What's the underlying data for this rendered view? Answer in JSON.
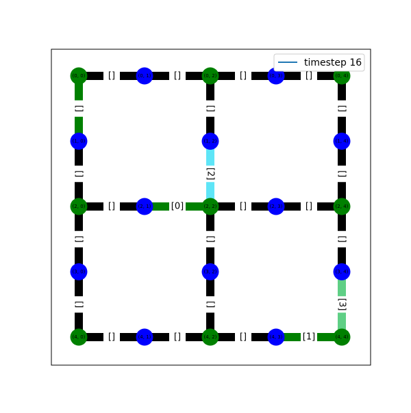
{
  "legend": {
    "label": "timestep 16",
    "color": "#1f77b4"
  },
  "colors": {
    "green_node": "#008000",
    "blue_node": "#0000ff",
    "black_edge": "#000000",
    "green_edge": "#008000",
    "cyan_edge": "#5ee5f7",
    "lightgreen_edge": "#5fcf85"
  },
  "nodes": [
    {
      "id": "0,0",
      "row": 0,
      "col": 0,
      "label": "(0, 0)",
      "color": "green_node"
    },
    {
      "id": "0,1",
      "row": 0,
      "col": 1,
      "label": "(0, 1)",
      "color": "blue_node"
    },
    {
      "id": "0,2",
      "row": 0,
      "col": 2,
      "label": "(0, 2)",
      "color": "green_node"
    },
    {
      "id": "0,3",
      "row": 0,
      "col": 3,
      "label": "(0, 3)",
      "color": "blue_node"
    },
    {
      "id": "0,4",
      "row": 0,
      "col": 4,
      "label": "(0, 4)",
      "color": "green_node"
    },
    {
      "id": "1,0",
      "row": 1,
      "col": 0,
      "label": "(1, 0)",
      "color": "blue_node"
    },
    {
      "id": "1,2",
      "row": 1,
      "col": 2,
      "label": "(1, 2)",
      "color": "blue_node"
    },
    {
      "id": "1,4",
      "row": 1,
      "col": 4,
      "label": "(1, 4)",
      "color": "blue_node"
    },
    {
      "id": "2,0",
      "row": 2,
      "col": 0,
      "label": "(2, 0)",
      "color": "green_node"
    },
    {
      "id": "2,1",
      "row": 2,
      "col": 1,
      "label": "(2, 1)",
      "color": "blue_node"
    },
    {
      "id": "2,2",
      "row": 2,
      "col": 2,
      "label": "(2, 2)",
      "color": "green_node"
    },
    {
      "id": "2,3",
      "row": 2,
      "col": 3,
      "label": "(2, 3)",
      "color": "blue_node"
    },
    {
      "id": "2,4",
      "row": 2,
      "col": 4,
      "label": "(2, 4)",
      "color": "green_node"
    },
    {
      "id": "3,0",
      "row": 3,
      "col": 0,
      "label": "(3, 0)",
      "color": "blue_node"
    },
    {
      "id": "3,2",
      "row": 3,
      "col": 2,
      "label": "(3, 2)",
      "color": "blue_node"
    },
    {
      "id": "3,4",
      "row": 3,
      "col": 4,
      "label": "(3, 4)",
      "color": "blue_node"
    },
    {
      "id": "4,0",
      "row": 4,
      "col": 0,
      "label": "(4, 0)",
      "color": "green_node"
    },
    {
      "id": "4,1",
      "row": 4,
      "col": 1,
      "label": "(4, 1)",
      "color": "blue_node"
    },
    {
      "id": "4,2",
      "row": 4,
      "col": 2,
      "label": "(4, 2)",
      "color": "green_node"
    },
    {
      "id": "4,3",
      "row": 4,
      "col": 3,
      "label": "(4, 3)",
      "color": "blue_node"
    },
    {
      "id": "4,4",
      "row": 4,
      "col": 4,
      "label": "(4, 4)",
      "color": "green_node"
    }
  ],
  "edges": [
    {
      "from": "0,0",
      "to": "0,1",
      "label": "[]",
      "from_color": "black_edge",
      "to_color": "black_edge"
    },
    {
      "from": "0,1",
      "to": "0,2",
      "label": "[]",
      "from_color": "black_edge",
      "to_color": "black_edge"
    },
    {
      "from": "0,2",
      "to": "0,3",
      "label": "[]",
      "from_color": "black_edge",
      "to_color": "black_edge"
    },
    {
      "from": "0,3",
      "to": "0,4",
      "label": "[]",
      "from_color": "black_edge",
      "to_color": "black_edge"
    },
    {
      "from": "2,0",
      "to": "2,1",
      "label": "[]",
      "from_color": "black_edge",
      "to_color": "black_edge"
    },
    {
      "from": "2,1",
      "to": "2,2",
      "label": "[0]",
      "from_color": "green_edge",
      "to_color": "green_edge"
    },
    {
      "from": "2,2",
      "to": "2,3",
      "label": "[]",
      "from_color": "black_edge",
      "to_color": "black_edge"
    },
    {
      "from": "2,3",
      "to": "2,4",
      "label": "[]",
      "from_color": "black_edge",
      "to_color": "black_edge"
    },
    {
      "from": "4,0",
      "to": "4,1",
      "label": "[]",
      "from_color": "black_edge",
      "to_color": "black_edge"
    },
    {
      "from": "4,1",
      "to": "4,2",
      "label": "[]",
      "from_color": "black_edge",
      "to_color": "black_edge"
    },
    {
      "from": "4,2",
      "to": "4,3",
      "label": "[]",
      "from_color": "black_edge",
      "to_color": "black_edge"
    },
    {
      "from": "4,3",
      "to": "4,4",
      "label": "[1]",
      "from_color": "green_edge",
      "to_color": "green_edge"
    },
    {
      "from": "0,0",
      "to": "1,0",
      "label": "[]",
      "from_color": "green_edge",
      "to_color": "green_edge"
    },
    {
      "from": "1,0",
      "to": "2,0",
      "label": "[]",
      "from_color": "black_edge",
      "to_color": "black_edge"
    },
    {
      "from": "2,0",
      "to": "3,0",
      "label": "[]",
      "from_color": "black_edge",
      "to_color": "black_edge"
    },
    {
      "from": "3,0",
      "to": "4,0",
      "label": "[]",
      "from_color": "black_edge",
      "to_color": "black_edge"
    },
    {
      "from": "0,2",
      "to": "1,2",
      "label": "[]",
      "from_color": "black_edge",
      "to_color": "black_edge"
    },
    {
      "from": "1,2",
      "to": "2,2",
      "label": "[2]",
      "from_color": "cyan_edge",
      "to_color": "cyan_edge"
    },
    {
      "from": "2,2",
      "to": "3,2",
      "label": "[]",
      "from_color": "black_edge",
      "to_color": "black_edge"
    },
    {
      "from": "3,2",
      "to": "4,2",
      "label": "[]",
      "from_color": "black_edge",
      "to_color": "black_edge"
    },
    {
      "from": "0,4",
      "to": "1,4",
      "label": "[]",
      "from_color": "black_edge",
      "to_color": "black_edge"
    },
    {
      "from": "1,4",
      "to": "2,4",
      "label": "[]",
      "from_color": "black_edge",
      "to_color": "black_edge"
    },
    {
      "from": "2,4",
      "to": "3,4",
      "label": "[]",
      "from_color": "black_edge",
      "to_color": "black_edge"
    },
    {
      "from": "3,4",
      "to": "4,4",
      "label": "[3]",
      "from_color": "lightgreen_edge",
      "to_color": "lightgreen_edge"
    }
  ]
}
